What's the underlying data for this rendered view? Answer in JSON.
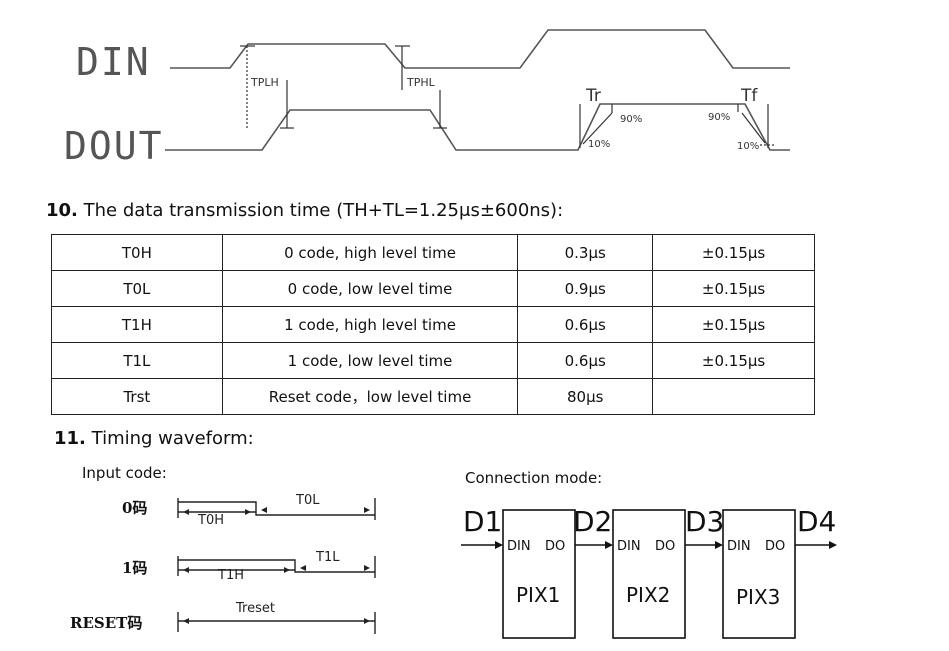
{
  "waveform": {
    "din_label": "DIN",
    "dout_label": "DOUT",
    "tplh": "TPLH",
    "tphl": "TPHL",
    "tr": "Tr",
    "tf": "Tf",
    "pct90_a": "90%",
    "pct90_b": "90%",
    "pct10_a": "10%",
    "pct10_b": "10%"
  },
  "section10": {
    "number": "10.",
    "title": "The data transmission time (TH+TL=1.25μs±600ns):"
  },
  "table": {
    "rows": [
      {
        "name": "T0H",
        "desc": "0 code, high level time",
        "value": "0.3μs",
        "tol": "±0.15μs"
      },
      {
        "name": "T0L",
        "desc": "0 code, low level time",
        "value": "0.9μs",
        "tol": "±0.15μs"
      },
      {
        "name": "T1H",
        "desc": "1 code, high level time",
        "value": "0.6μs",
        "tol": "±0.15μs"
      },
      {
        "name": "T1L",
        "desc": "1 code, low level time",
        "value": "0.6μs",
        "tol": "±0.15μs"
      },
      {
        "name": "Trst",
        "desc": "Reset code，low level time",
        "value": "80μs",
        "tol": ""
      }
    ]
  },
  "section11": {
    "number": "11.",
    "title": "Timing waveform:"
  },
  "input_code": {
    "title": "Input code:",
    "code0": "0码",
    "code1": "1码",
    "reset": "RESET码",
    "t0h": "T0H",
    "t0l": "T0L",
    "t1h": "T1H",
    "t1l": "T1L",
    "treset": "Treset"
  },
  "connection": {
    "title": "Connection mode:",
    "d1": "D1",
    "d2": "D2",
    "d3": "D3",
    "d4": "D4",
    "pixels": [
      {
        "din": "DIN",
        "do": "DO",
        "name": "PIX1"
      },
      {
        "din": "DIN",
        "do": "DO",
        "name": "PIX2"
      },
      {
        "din": "DIN",
        "do": "DO",
        "name": "PIX3"
      }
    ]
  }
}
